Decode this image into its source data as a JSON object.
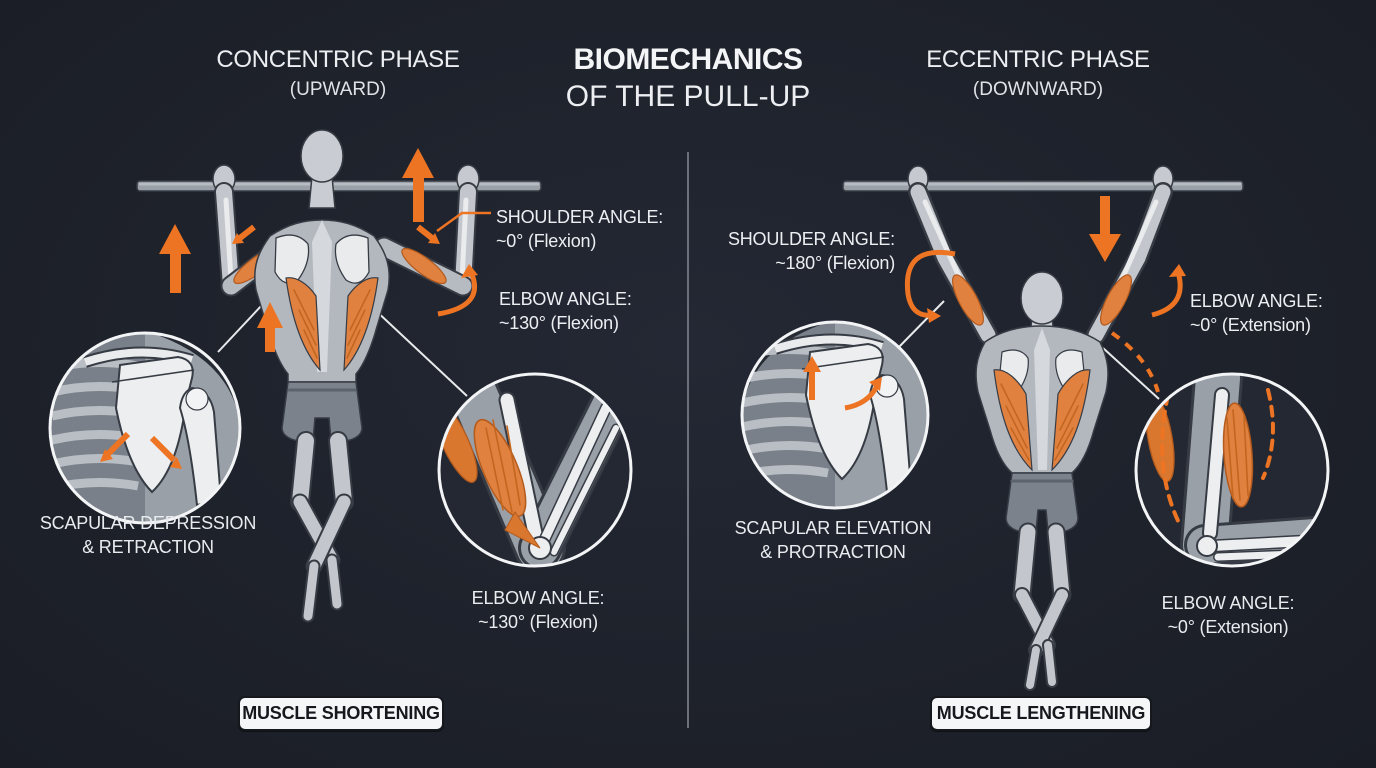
{
  "title": {
    "line1": "BIOMECHANICS",
    "line2": "OF THE PULL-UP"
  },
  "panels": {
    "left": {
      "phase_title": "CONCENTRIC PHASE",
      "phase_subtitle": "(UPWARD)",
      "shoulder_angle_label": "SHOULDER ANGLE:",
      "shoulder_angle_value": "~0° (Flexion)",
      "elbow_angle_label": "ELBOW ANGLE:",
      "elbow_angle_value": "~130° (Flexion)",
      "scapula_caption_line1": "SCAPULAR DEPRESSION",
      "scapula_caption_line2": "& RETRACTION",
      "elbow_inset_label": "ELBOW ANGLE:",
      "elbow_inset_value": "~130° (Flexion)",
      "badge": "MUSCLE SHORTENING"
    },
    "right": {
      "phase_title": "ECCENTRIC PHASE",
      "phase_subtitle": "(DOWNWARD)",
      "shoulder_angle_label": "SHOULDER ANGLE:",
      "shoulder_angle_value": "~180° (Flexion)",
      "elbow_angle_label": "ELBOW ANGLE:",
      "elbow_angle_value": "~0° (Extension)",
      "scapula_caption_line1": "SCAPULAR ELEVATION",
      "scapula_caption_line2": "& PROTRACTION",
      "elbow_inset_label": "ELBOW ANGLE:",
      "elbow_inset_value": "~0° (Extension)",
      "badge": "MUSCLE LENGTHENING"
    }
  },
  "colors": {
    "background": "#1f232c",
    "accent_orange": "#ed7423",
    "muscle_orange": "#e0813f",
    "text": "#eef0f3",
    "badge_bg": "#f5f6f7",
    "badge_text": "#15181d",
    "divider": "#6a717d",
    "body_gray": "#b3b8bf",
    "bone_white": "#eceef0"
  }
}
